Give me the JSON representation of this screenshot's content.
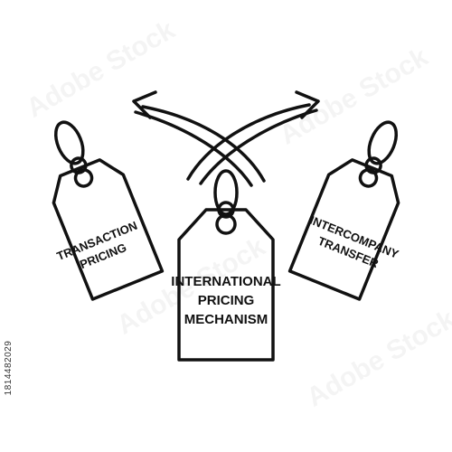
{
  "tags": {
    "left": {
      "line1": "TRANSACTION",
      "line2": "PRICING"
    },
    "center": {
      "line1": "INTERNATIONAL",
      "line2": "PRICING",
      "line3": "MECHANISM"
    },
    "right": {
      "line1": "INTERCOMPANY",
      "line2": "TRANSFER"
    }
  },
  "side_id": "1814482029",
  "watermark": "Adobe Stock",
  "colors": {
    "stroke": "#111111",
    "background": "#ffffff"
  },
  "icons": [
    "crossed-arrows-icon",
    "price-tag-icon"
  ]
}
